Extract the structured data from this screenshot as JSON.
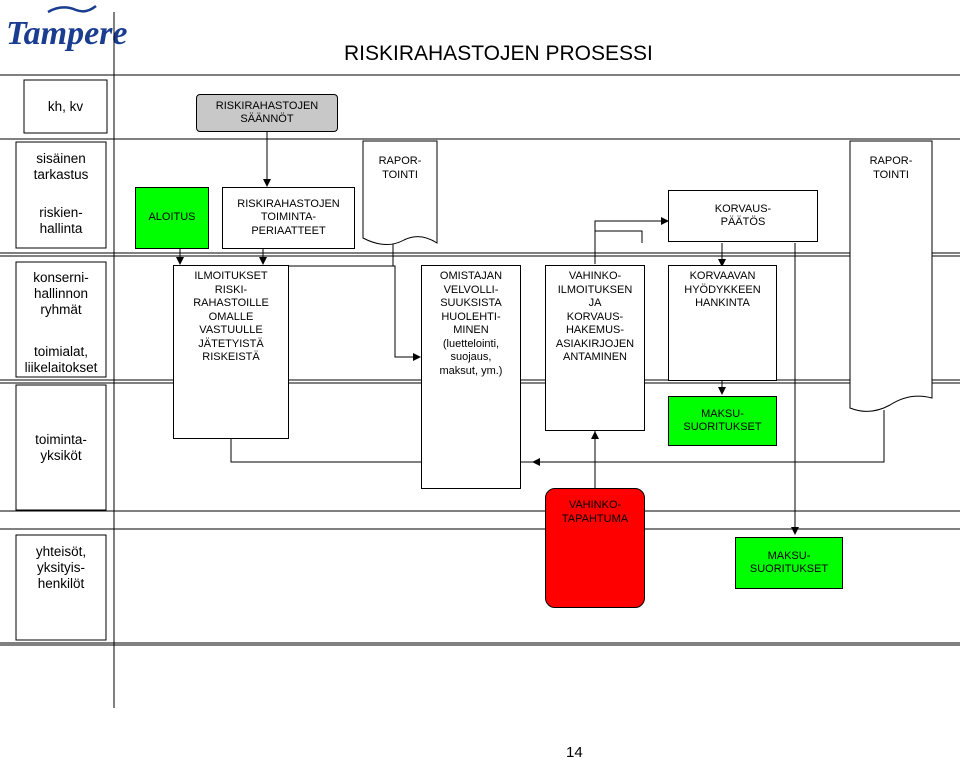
{
  "page": {
    "title": "RISKIRAHASTOJEN PROSESSI",
    "logo_text": "Tampere",
    "page_number": "14"
  },
  "lanes": [
    {
      "id": "kh",
      "label": "kh, kv"
    },
    {
      "id": "sisainen",
      "label": "sisäinen\ntarkastus"
    },
    {
      "id": "riskienhallinta",
      "label": "riskien-\nhallinta"
    },
    {
      "id": "konserni",
      "label": "konserni-\nhallinnon\nryhmät"
    },
    {
      "id": "toimialat",
      "label": "toimialat,\nliikelaitokset"
    },
    {
      "id": "toimintayksikot",
      "label": "toiminta-\nyksiköt"
    },
    {
      "id": "yhteisot",
      "label": "yhteisöt,\nyksityis-\nhenkilöt"
    }
  ],
  "nodes": {
    "saannot": "RISKIRAHASTOJEN\nSÄÄNNÖT",
    "aloitus": "ALOITUS",
    "periaatteet": "RISKIRAHASTOJEN\nTOIMINTA-\nPERIAATTEET",
    "raportointi1": "RAPOR-\nTOINTI",
    "raportointi2": "RAPOR-\nTOINTI",
    "korvauspaatos": "KORVAUS-\nPÄÄTÖS",
    "ilmoitukset": "ILMOITUKSET\nRISKI-\nRAHASTOILLE\nOMALLE\nVASTUULLE\nJÄTETYISTÄ\nRISKEISTÄ",
    "omistajan": "OMISTAJAN\nVELVOLLI-\nSUUKSISTA\nHUOLEHTI-\nMINEN\n(luettelointi,\nsuojaus,\nmaksut, ym.)",
    "vahinkoilmoituksen": "VAHINKO-\nILMOITUKSEN\nJA\nKORVAUS-\nHAKEMUS-\nASIAKIRJOJEN\nANTAMINEN",
    "korvaavan": "KORVAAVAN\nHYÖDYKKEEN\nHANKINTA",
    "maksusuoritukset1": "MAKSU-\nSUORITUKSET",
    "vahinkotapahtuma": "VAHINKO-\nTAPAHTUMA",
    "maksusuoritukset2": "MAKSU-\nSUORITUKSET"
  },
  "colors": {
    "start": "#00ff00",
    "payment": "#00ff00",
    "incident": "#ff0000",
    "rules": "#c8c8c8",
    "logo": "#1a3d8f"
  }
}
